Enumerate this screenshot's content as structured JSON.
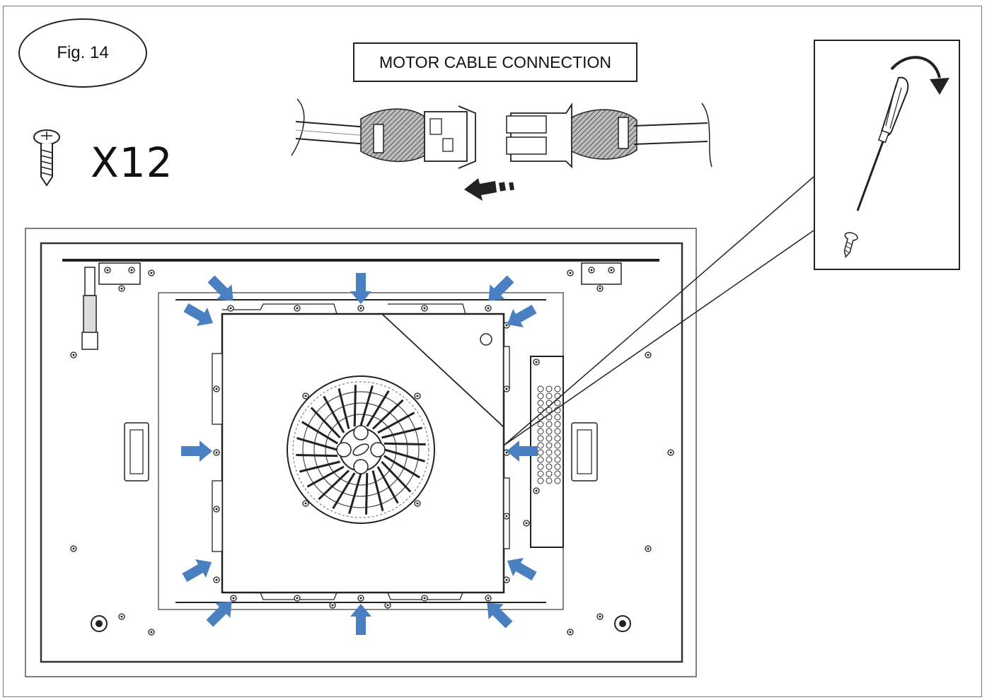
{
  "figure": {
    "label": "Fig. 14"
  },
  "screws": {
    "quantity": "X12"
  },
  "connector": {
    "title": "MOTOR CABLE CONNECTION"
  },
  "colors": {
    "arrow": "#4a7fc1",
    "line": "#222222",
    "panel": "#ffffff",
    "cable_hatch": "#555555"
  },
  "icons": [
    "screw-icon",
    "screwdriver-icon",
    "rotation-arrow-icon",
    "push-arrow-icon",
    "fan-icon"
  ]
}
